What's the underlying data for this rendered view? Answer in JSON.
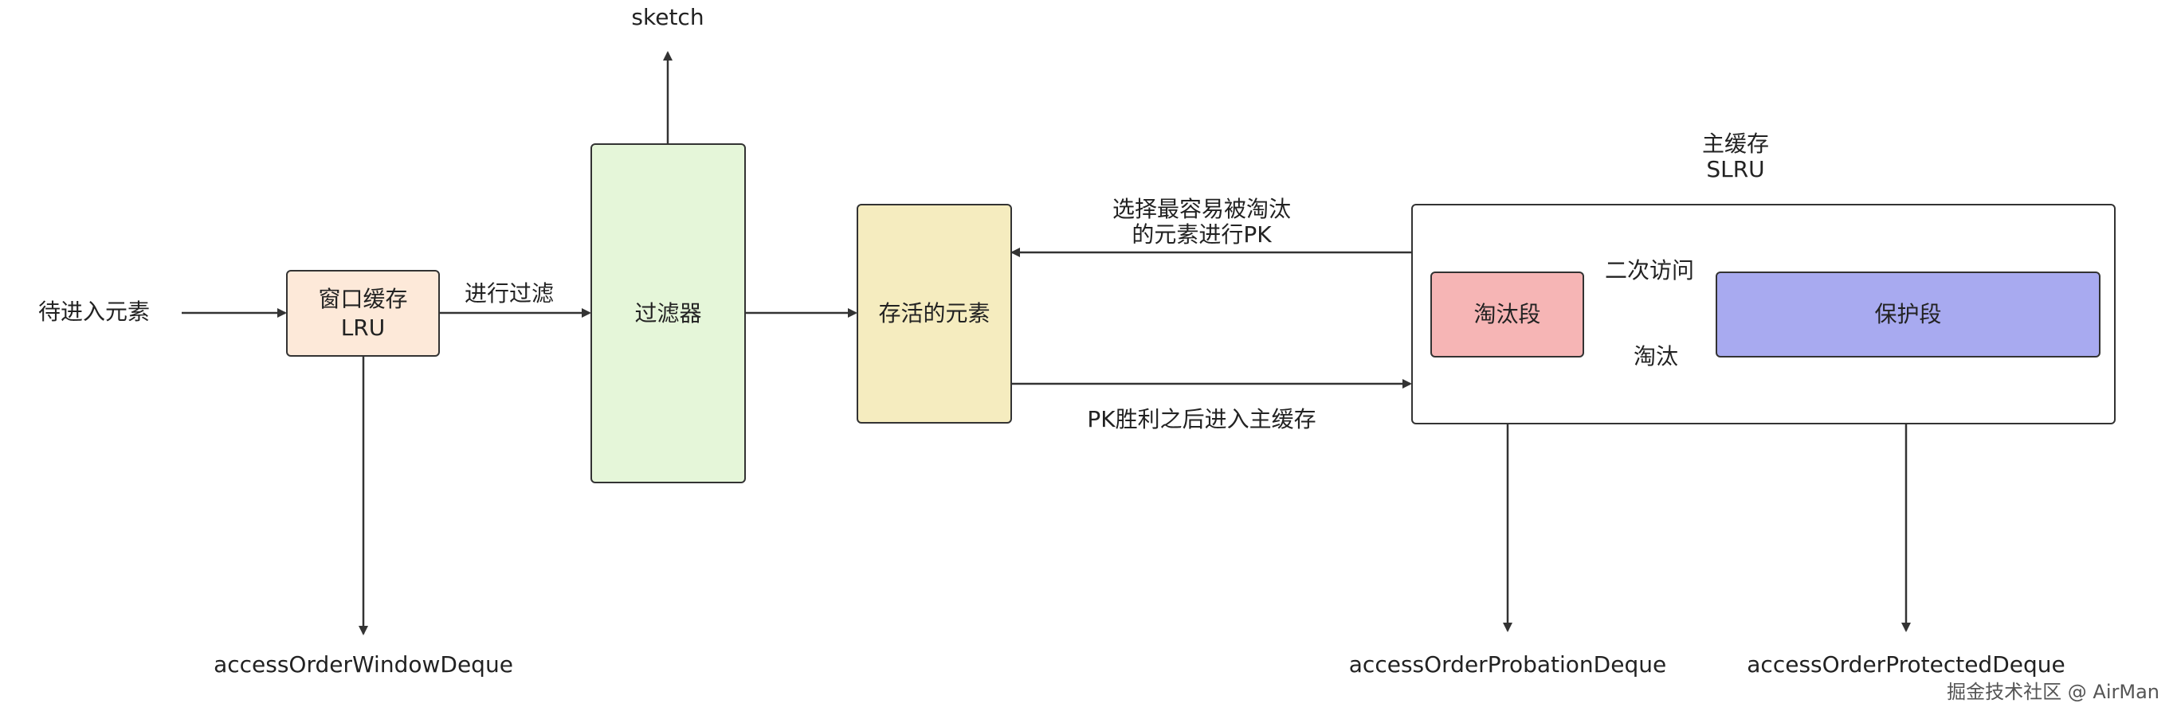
{
  "nodes": {
    "input_label": "待进入元素",
    "window_cache": "窗口缓存\nLRU",
    "filter": "过滤器",
    "survivor": "存活的元素",
    "main_cache_title": "主缓存\nSLRU",
    "probation": "淘汰段",
    "protected": "保护段",
    "sketch": "sketch"
  },
  "edges": {
    "filter_in": "进行过滤",
    "select_victim": "选择最容易被淘汰\n的元素进行PK",
    "pk_win": "PK胜利之后进入主缓存",
    "second_access": "二次访问",
    "evict": "淘汰"
  },
  "deques": {
    "window": "accessOrderWindowDeque",
    "probation": "accessOrderProbationDeque",
    "protected": "accessOrderProtectedDeque"
  },
  "watermark": "掘金技术社区 @ AirMan",
  "colors": {
    "window_cache_fill": "#fde9d9",
    "filter_fill": "#e5f6d9",
    "survivor_fill": "#f5ecbf",
    "probation_fill": "#f6b5b5",
    "protected_fill": "#a8aaf0",
    "main_cache_fill": "#ffffff",
    "line": "#333333"
  }
}
